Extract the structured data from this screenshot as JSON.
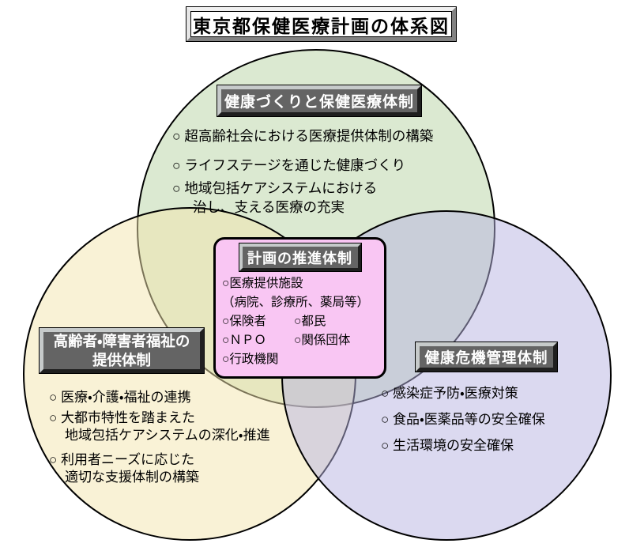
{
  "title": "東京都保健医療計画の体系図",
  "colors": {
    "green_circle_fill": "#b7d3a4",
    "yellow_circle_fill": "#f4e6ae",
    "blue_circle_fill": "#b8b4e1",
    "circle_outline": "#000000",
    "pink_box_fill": "#f9c6f3",
    "header_box_bg": "#646464"
  },
  "top_circle": {
    "header": "健康づくりと保健医療体制",
    "items": [
      "○ 超高齢社会における医療提供体制の構築",
      "○ ライフステージを通じた健康づくり",
      "○ 地域包括ケアシステムにおける",
      "治し、支える医療の充実"
    ]
  },
  "left_circle": {
    "header_line1": "高齢者・障害者福祉の",
    "header_line2": "提供体制",
    "items": [
      "○ 医療・介護・福祉の連携",
      "○ 大都市特性を踏まえた",
      "地域包括ケアシステムの深化・推進",
      "○ 利用者ニーズに応じた",
      "適切な支援体制の構築"
    ]
  },
  "right_circle": {
    "header": "健康危機管理体制",
    "items": [
      "○ 感染症予防・医療対策",
      "○ 食品・医薬品等の安全確保",
      "○ 生活環境の安全確保"
    ]
  },
  "center_box": {
    "header": "計画の推進体制",
    "line1": "○医療提供施設",
    "line2": "（病院、診療所、薬局等）",
    "row3_left": "○保険者",
    "row3_right": "○都民",
    "row4_left": "○ＮＰＯ",
    "row4_right": "○関係団体",
    "line5": "○行政機関"
  }
}
